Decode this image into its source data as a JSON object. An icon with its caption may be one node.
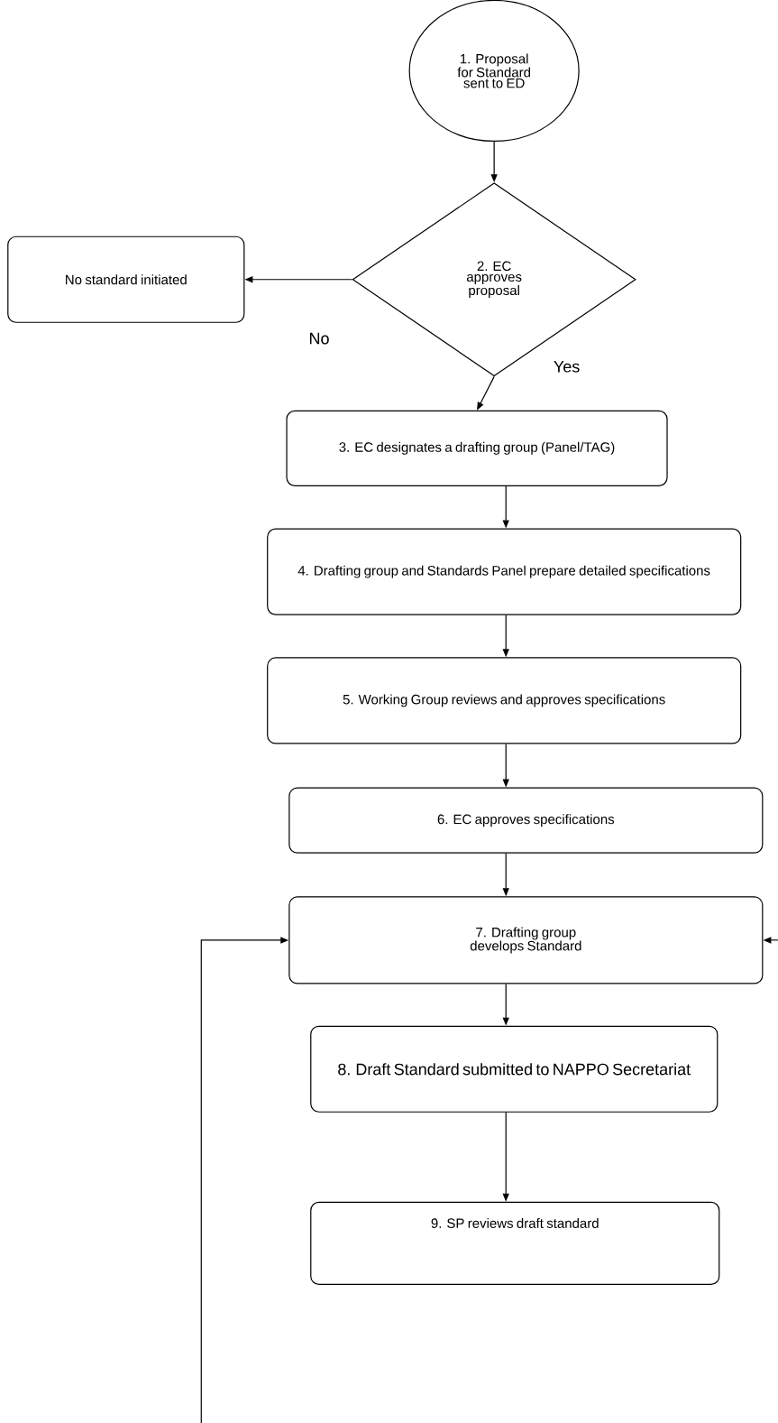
{
  "diagram": {
    "nodes": [
      {
        "text": [
          "1. Proposal for Standard sent to ED"
        ]
      },
      {
        "text": [
          "2. EC approves proposal"
        ]
      },
      {
        "text": [
          "No standard initiated"
        ]
      },
      {
        "text": [
          "3. EC designates a drafting group (Panel/TAG)"
        ]
      },
      {
        "text": [
          "4. Drafting group and Standards Panel prepare detailed specifications"
        ]
      },
      {
        "text": [
          "5. Working Group reviews and approves specifications"
        ]
      },
      {
        "text": [
          "6. EC approves specifications"
        ]
      },
      {
        "text": [
          "7. Drafting group develops Standard"
        ]
      },
      {
        "text": [
          "8. Draft Standard submitted to NAPPO Secretariat"
        ]
      },
      {
        "text": [
          "9. SP reviews draft standard"
        ]
      }
    ],
    "edges": [
      {
        "from": 0,
        "to": 1,
        "arrow": "to"
      },
      {
        "from": 1,
        "to": 2,
        "arrow": "to",
        "label": "No"
      },
      {
        "from": 1,
        "to": 3,
        "arrow": "to",
        "label": "Yes"
      },
      {
        "from": 3,
        "to": 4,
        "arrow": "to"
      },
      {
        "from": 4,
        "to": 5,
        "arrow": "to"
      },
      {
        "from": 5,
        "to": 6,
        "arrow": "to"
      },
      {
        "from": 6,
        "to": 7,
        "arrow": "to"
      },
      {
        "from": 7,
        "to": 8,
        "arrow": "to"
      },
      {
        "from": 8,
        "to": 9,
        "arrow": "to"
      },
      {
        "from": null,
        "to": 7,
        "arrow": "to"
      },
      {
        "from": null,
        "to": 7,
        "arrow": "to"
      }
    ]
  }
}
